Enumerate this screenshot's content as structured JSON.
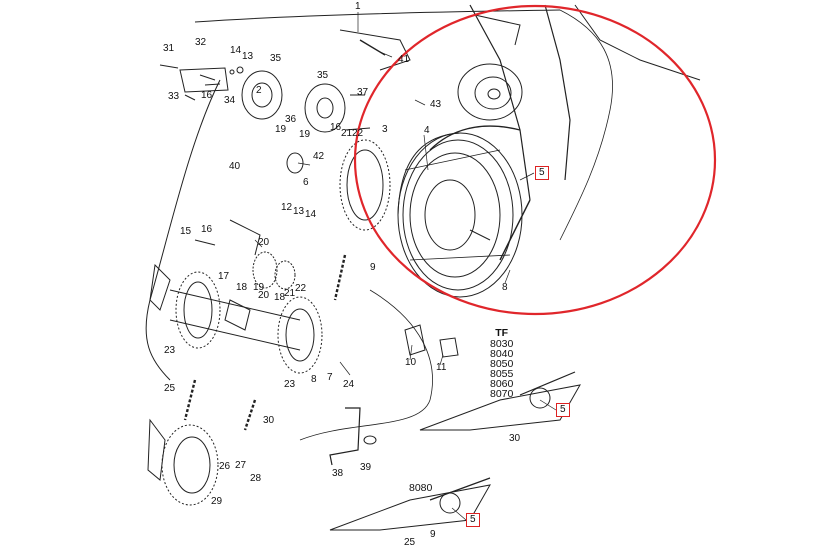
{
  "labels": [
    {
      "id": "p1",
      "text": "1"
    },
    {
      "id": "p31",
      "text": "31"
    },
    {
      "id": "p32",
      "text": "32"
    },
    {
      "id": "p14a",
      "text": "14"
    },
    {
      "id": "p13a",
      "text": "13"
    },
    {
      "id": "p35a",
      "text": "35"
    },
    {
      "id": "p35b",
      "text": "35"
    },
    {
      "id": "p41",
      "text": "41"
    },
    {
      "id": "p33",
      "text": "33"
    },
    {
      "id": "p16a",
      "text": "16"
    },
    {
      "id": "p34",
      "text": "34"
    },
    {
      "id": "p2",
      "text": "2"
    },
    {
      "id": "p36",
      "text": "36"
    },
    {
      "id": "p19a",
      "text": "19"
    },
    {
      "id": "p19b",
      "text": "19"
    },
    {
      "id": "p37",
      "text": "37"
    },
    {
      "id": "p16b",
      "text": "16"
    },
    {
      "id": "p21a",
      "text": "21"
    },
    {
      "id": "p22a",
      "text": "22"
    },
    {
      "id": "p3",
      "text": "3"
    },
    {
      "id": "p43",
      "text": "43"
    },
    {
      "id": "p4",
      "text": "4"
    },
    {
      "id": "p40",
      "text": "40"
    },
    {
      "id": "p42",
      "text": "42"
    },
    {
      "id": "p6",
      "text": "6"
    },
    {
      "id": "p12a",
      "text": "12"
    },
    {
      "id": "p13b",
      "text": "13"
    },
    {
      "id": "p14b",
      "text": "14"
    },
    {
      "id": "p15",
      "text": "15"
    },
    {
      "id": "p16c",
      "text": "16"
    },
    {
      "id": "p17",
      "text": "17"
    },
    {
      "id": "p20",
      "text": "20"
    },
    {
      "id": "p18a",
      "text": "18"
    },
    {
      "id": "p19c",
      "text": "19"
    },
    {
      "id": "p20b",
      "text": "20"
    },
    {
      "id": "p18b",
      "text": "18"
    },
    {
      "id": "p21b",
      "text": "21"
    },
    {
      "id": "p22b",
      "text": "22"
    },
    {
      "id": "p9a",
      "text": "9"
    },
    {
      "id": "p8a",
      "text": "8"
    },
    {
      "id": "p23a",
      "text": "23"
    },
    {
      "id": "p10",
      "text": "10"
    },
    {
      "id": "p11",
      "text": "11"
    },
    {
      "id": "p23b",
      "text": "23"
    },
    {
      "id": "p8b",
      "text": "8"
    },
    {
      "id": "p7",
      "text": "7"
    },
    {
      "id": "p24",
      "text": "24"
    },
    {
      "id": "p25a",
      "text": "25"
    },
    {
      "id": "p30a",
      "text": "30"
    },
    {
      "id": "p30b",
      "text": "30"
    },
    {
      "id": "p26",
      "text": "26"
    },
    {
      "id": "p27",
      "text": "27"
    },
    {
      "id": "p28",
      "text": "28"
    },
    {
      "id": "p29",
      "text": "29"
    },
    {
      "id": "p38",
      "text": "38"
    },
    {
      "id": "p39",
      "text": "39"
    },
    {
      "id": "p9b",
      "text": "9"
    },
    {
      "id": "p25b",
      "text": "25"
    }
  ],
  "callouts": [
    {
      "id": "c5a",
      "text": "5"
    },
    {
      "id": "c5b",
      "text": "5"
    },
    {
      "id": "c5c",
      "text": "5"
    }
  ],
  "models": {
    "header": "TF",
    "list": [
      "8030",
      "8040",
      "8050",
      "8055",
      "8060",
      "8070"
    ],
    "alt": "8080"
  },
  "colors": {
    "line": "#222222",
    "highlight": "#e0262b"
  }
}
